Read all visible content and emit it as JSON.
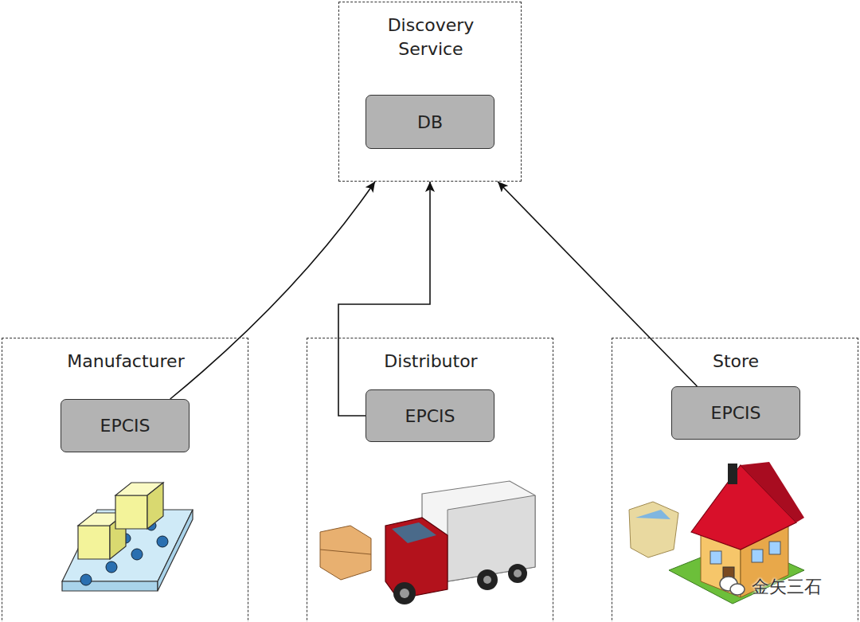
{
  "diagram": {
    "nodes": [
      {
        "text": [
          "Discovery Service"
        ]
      },
      {
        "text": [
          "DB"
        ],
        "in": 0
      },
      {
        "text": [
          "Manufacturer"
        ]
      },
      {
        "text": [
          "EPCIS"
        ],
        "in": 2
      },
      {
        "text": [
          "Distributor"
        ]
      },
      {
        "text": [
          "EPCIS"
        ],
        "in": 4
      },
      {
        "text": [
          "Store"
        ]
      },
      {
        "text": [
          "EPCIS"
        ],
        "in": 6
      }
    ],
    "edges": [
      {
        "from": 3,
        "to": 0,
        "arrow": "to"
      },
      {
        "from": 5,
        "to": 0,
        "arrow": "to"
      },
      {
        "from": 7,
        "to": 0,
        "arrow": "to"
      }
    ],
    "labels": [
      "金矢三石"
    ]
  }
}
